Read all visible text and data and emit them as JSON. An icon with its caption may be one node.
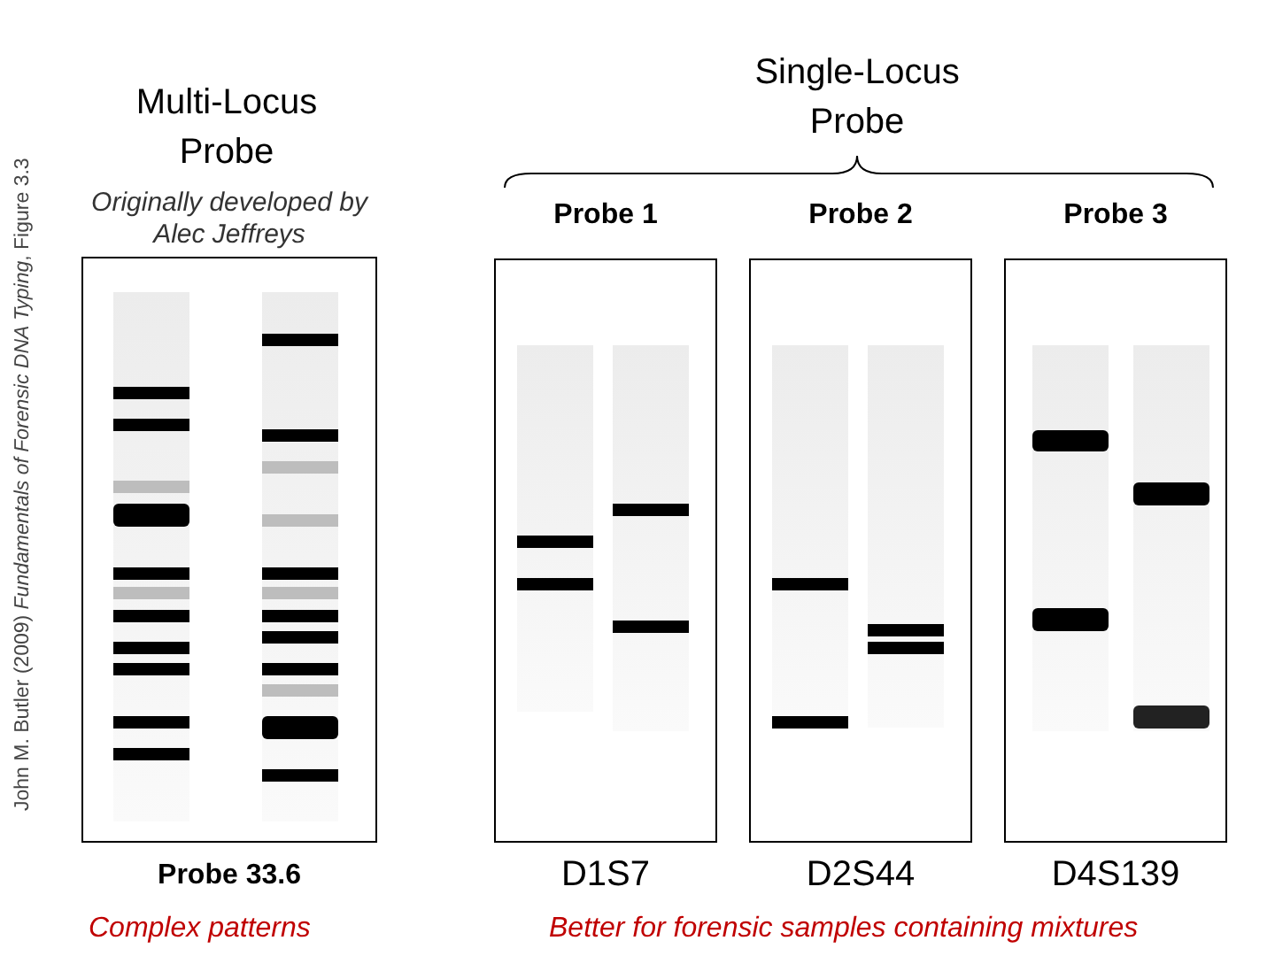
{
  "diagram": {
    "nodes": [
      {
        "text": [
          "Originally developed by Alec Jeffreys",
          "Probe 33.6"
        ]
      },
      {
        "text": [
          "Probe 1",
          "D1S7"
        ]
      },
      {
        "text": [
          "Probe 2",
          "D2S44"
        ]
      },
      {
        "text": [
          "Probe 3",
          "D4S139"
        ]
      }
    ],
    "labels": [
      "Multi-Locus Probe",
      "Single-Locus Probe",
      "Complex patterns",
      "Better for forensic samples containing mixtures",
      "John M. Butler (2009) *Fundamentals of Forensic DNA Typing*, Figure 3.3"
    ]
  }
}
